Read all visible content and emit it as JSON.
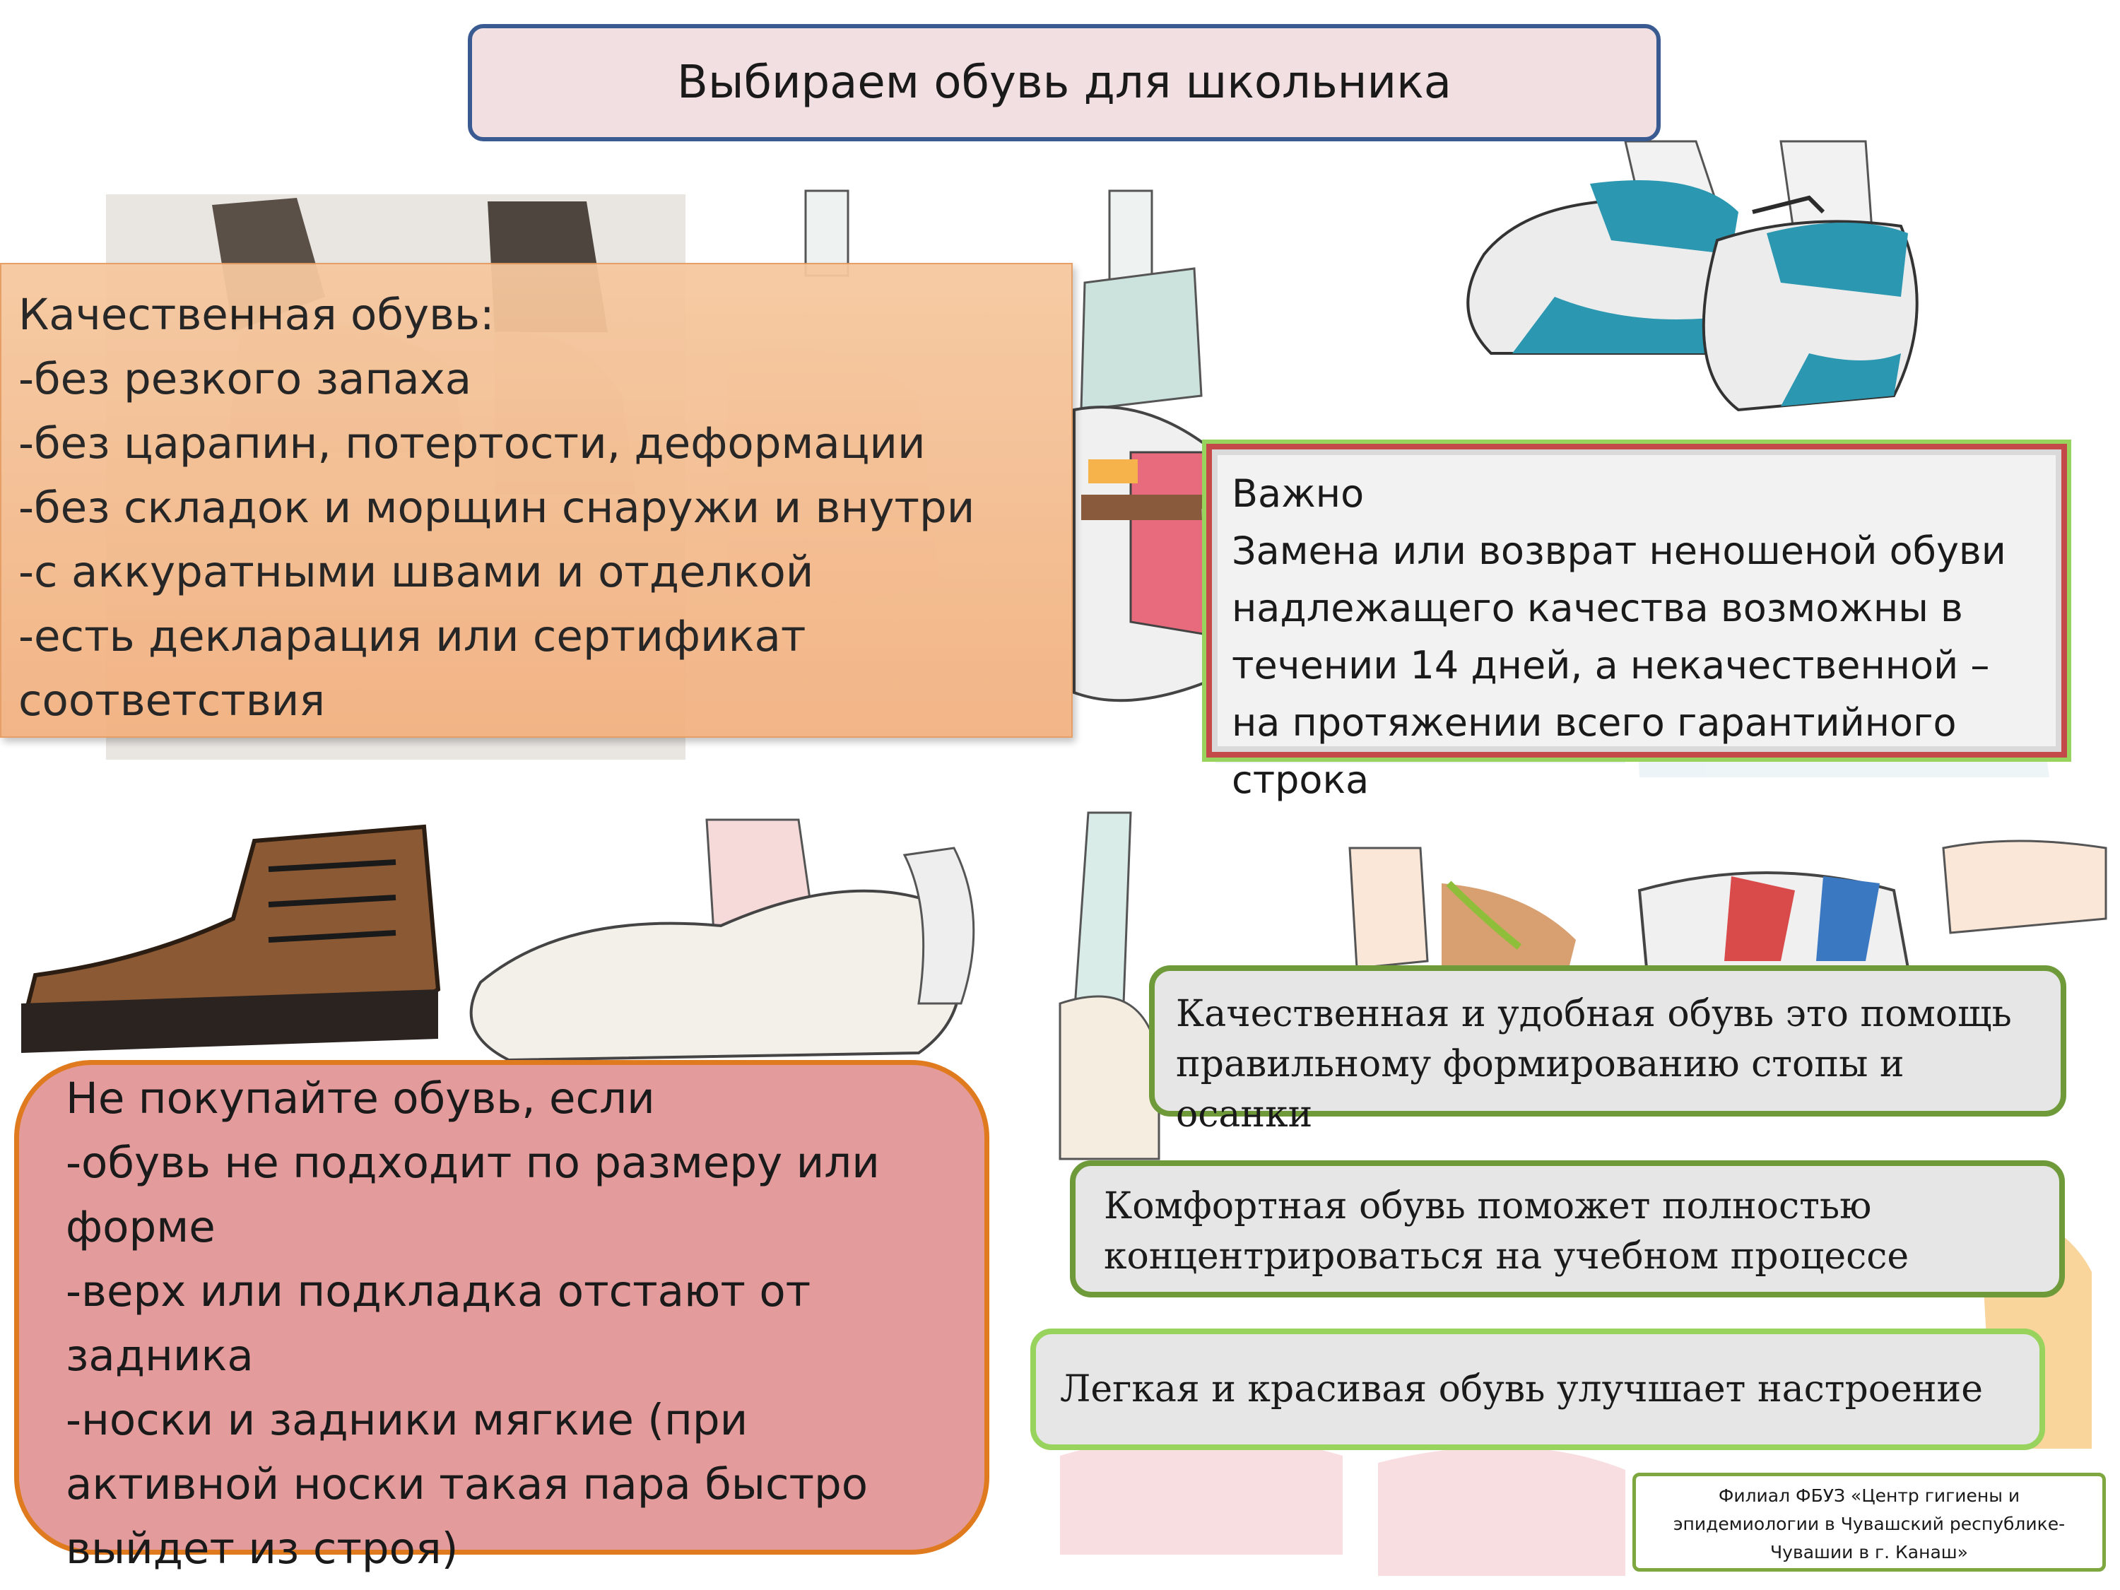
{
  "title": "Выбираем обувь для школьника",
  "quality_shoes": {
    "lines": [
      "Качественная обувь:",
      "-без резкого запаха",
      "-без царапин, потертости, деформации",
      "-без складок и морщин снаружи и внутри",
      "-с аккуратными швами и отделкой",
      "-есть декларация  или сертификат соответствия"
    ]
  },
  "important": {
    "heading": "Важно",
    "text": "Замена или возврат неношеной обуви надлежащего качества возможны в течении 14 дней, а некачественной – на протяжении всего гарантийного строка"
  },
  "dont_buy": {
    "lines": [
      "Не покупайте обувь, если",
      "-обувь не подходит по размеру или форме",
      "-верх или подкладка отстают от задника",
      "-носки и задники мягкие (при активной носки такая пара быстро выйдет из строя)"
    ]
  },
  "benefits": [
    "Качественная и удобная обувь  это помощь правильному формированию стопы и осанки",
    "Комфортная обувь поможет полностью концентрироваться на учебном процессе",
    "Легкая и  красивая обувь улучшает настроение"
  ],
  "branch": "Филиал  ФБУЗ «Центр гигиены и эпидемиологии в Чувашский республике- Чувашии в г. Канаш»",
  "illustrations": [
    "boots",
    "sneakers",
    "sandals",
    "slip-on-shoes",
    "velcro-sneakers"
  ]
}
